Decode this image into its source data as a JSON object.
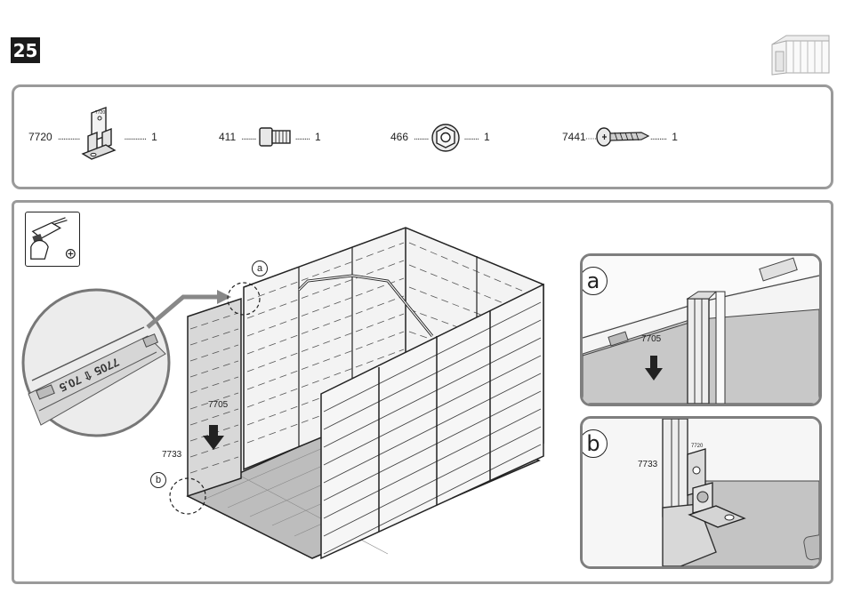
{
  "step": {
    "number": "25"
  },
  "parts": [
    {
      "code": "7720",
      "dots": "............",
      "qty": "1",
      "icon": "angle-bracket-icon"
    },
    {
      "code": "411",
      "dots": "........",
      "qty": "1",
      "icon": "square-nut-icon"
    },
    {
      "code": "466",
      "dots": "........",
      "qty": "1",
      "icon": "flange-nut-icon"
    },
    {
      "code": "7441",
      "dots": ".........",
      "qty": "1",
      "icon": "screw-icon"
    }
  ],
  "main": {
    "tool_icon": "drill-icon",
    "labels": {
      "part_7705": "7705",
      "part_7733": "7733",
      "callout_a": "a",
      "callout_b": "b"
    },
    "magnifier_text": "7705 ⇧ 70.5"
  },
  "details": {
    "a": {
      "letter": "a",
      "part_label": "7705"
    },
    "b": {
      "letter": "b",
      "part_label": "7733"
    }
  }
}
